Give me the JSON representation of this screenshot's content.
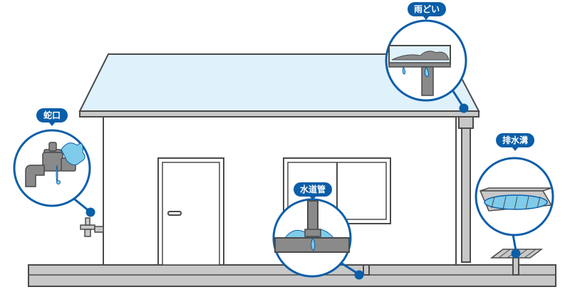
{
  "labels": {
    "faucet": "蛇口",
    "gutter": "雨どい",
    "water_pipe": "水道管",
    "drain": "排水溝"
  },
  "colors": {
    "outline": "#4a4a4a",
    "roof_fill": "#dff1fb",
    "accent_blue": "#0b5ea8",
    "water": "#7fcbea",
    "metal_gray": "#8a8a8a",
    "wall": "#ffffff",
    "ground": "#c8c8c8"
  },
  "icons": [
    "faucet-icon",
    "gutter-icon",
    "water-pipe-icon",
    "drain-grate-icon",
    "water-drop-icon"
  ]
}
